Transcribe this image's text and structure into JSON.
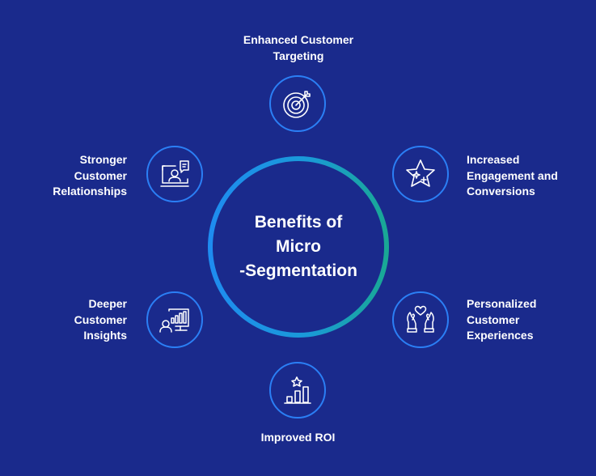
{
  "title": "Benefits of\nMicro\n-Segmentation",
  "colors": {
    "background": "#1a2a8c",
    "ring_start": "#1e8cf0",
    "ring_end": "#1aa89a",
    "node_border": "#2b7ff5",
    "text": "#ffffff"
  },
  "benefits": [
    {
      "label": "Enhanced Customer\nTargeting",
      "icon": "target-icon"
    },
    {
      "label": "Increased\nEngagement and\nConversions",
      "icon": "star-sparkle-icon"
    },
    {
      "label": "Personalized\nCustomer\nExperiences",
      "icon": "hands-heart-icon"
    },
    {
      "label": "Improved ROI",
      "icon": "bar-chart-star-icon"
    },
    {
      "label": "Deeper\nCustomer\nInsights",
      "icon": "analytics-monitor-icon"
    },
    {
      "label": "Stronger\nCustomer\nRelationships",
      "icon": "video-chat-icon"
    }
  ]
}
